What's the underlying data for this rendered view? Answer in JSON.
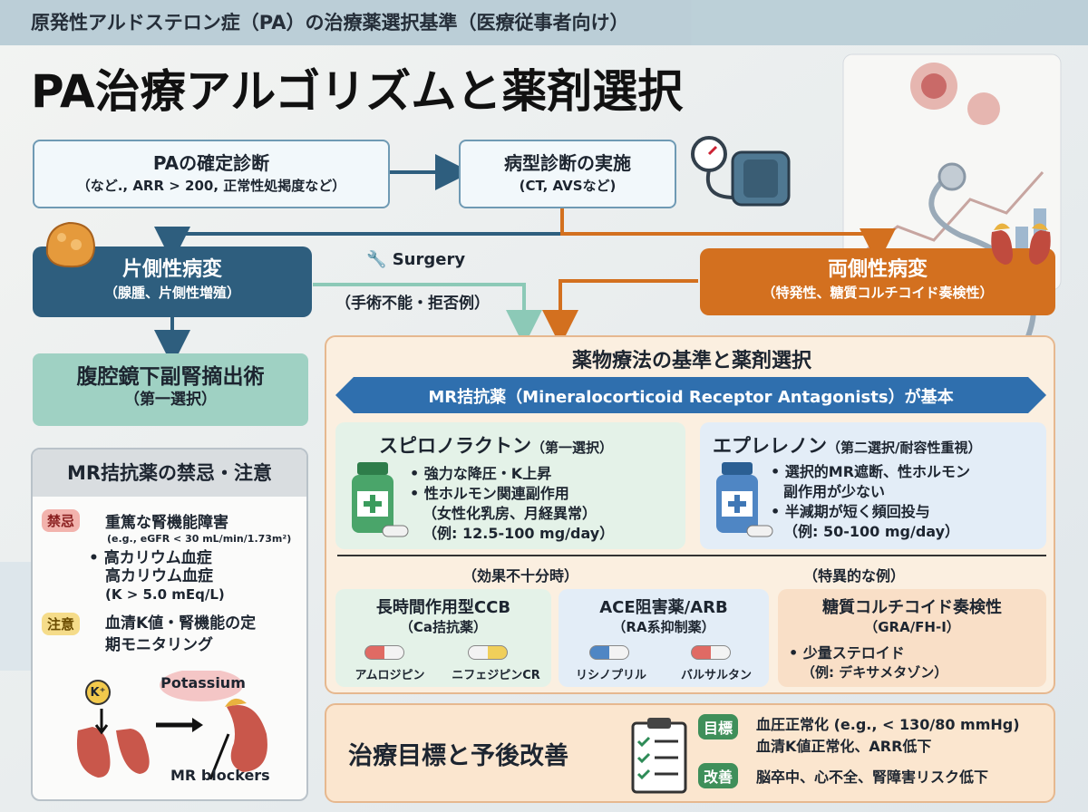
{
  "header": {
    "banner": "原発性アルドステロン症（PA）の治療薬選択基準（医療従事者向け）",
    "title": "PA治療アルゴリズムと薬剤選択"
  },
  "flow": {
    "diagnosis": {
      "title": "PAの確定診断",
      "sub": "（など., ARR > 200, 正常性処掲度など）"
    },
    "subtype": {
      "title": "病型診断の実施",
      "sub": "(CT, AVSなど)"
    },
    "unilateral": {
      "title": "片側性病変",
      "sub": "（腺腫、片側性増殖）"
    },
    "bilateral": {
      "title": "両側性病変",
      "sub": "（特発性、糖質コルチコイド奏検性）"
    },
    "surgery_label": "Surgery",
    "inoperable": "（手術不能・拒否例）",
    "laparoscopic": {
      "title": "腹腔鏡下副腎摘出術",
      "sub": "（第一選択）"
    }
  },
  "contra": {
    "title": "MR拮抗薬の禁忌・注意",
    "kinki_tag": "禁忌",
    "kinki_text": "重篤な腎機能障害",
    "kinki_note": "(e.g., eGFR < 30 mL/min/1.73m²)",
    "bullet1": "• 高カリウム血症",
    "bullet1b": "高カリウム血症",
    "bullet1c": "(K > 5.0 mEq/L)",
    "chui_tag": "注意",
    "chui_text1": "血清K値・腎機能の定",
    "chui_text2": "期モニタリング",
    "k_label": "K⁺",
    "potassium": "Potassium",
    "mr_blockers": "MR blockers"
  },
  "therapy": {
    "title": "薬物療法の基準と薬剤選択",
    "banner": "MR拮抗薬（Mineralocorticoid Receptor Antagonists）が基本",
    "spiro": {
      "name": "スピロノラクトン",
      "note": "（第一選択）",
      "b1": "• 強力な降圧・K上昇",
      "b2": "• 性ホルモン関連副作用",
      "b3": "（女性化乳房、月経異常）",
      "b4": "（例: 12.5-100 mg/day）"
    },
    "eple": {
      "name": "エプレレノン",
      "note": "（第二選択/耐容性重視）",
      "b1": "• 選択的MR遮断、性ホルモン",
      "b2": "副作用が少ない",
      "b3": "• 半減期が短く頻回投与",
      "b4": "（例: 50-100 mg/day）"
    },
    "insufficient": "（効果不十分時）",
    "special": "（特異的な例）",
    "ccb": {
      "title": "長時間作用型CCB",
      "sub": "（Ca拮抗薬）",
      "d1": "アムロジピン",
      "d2": "ニフェジピンCR"
    },
    "ace": {
      "title": "ACE阻害薬/ARB",
      "sub": "（RA系抑制薬）",
      "d1": "リシノプリル",
      "d2": "バルサルタン"
    },
    "gra": {
      "title": "糖質コルチコイド奏検性",
      "sub": "（GRA/FH-I）",
      "b1": "• 少量ステロイド",
      "b2": "（例: デキサメタゾン）"
    }
  },
  "goal": {
    "title": "治療目標と予後改善",
    "tag1": "目標",
    "t1a": "血圧正常化 (e.g., < 130/80 mmHg)",
    "t1b": "血清K値正常化、ARR低下",
    "tag2": "改善",
    "t2": "脳卒中、心不全、腎障害リスク低下"
  },
  "colors": {
    "dark_blue": "#2e5e7e",
    "orange": "#d3701f",
    "teal": "#9fd1c3",
    "banner_blue": "#2f6fae"
  }
}
